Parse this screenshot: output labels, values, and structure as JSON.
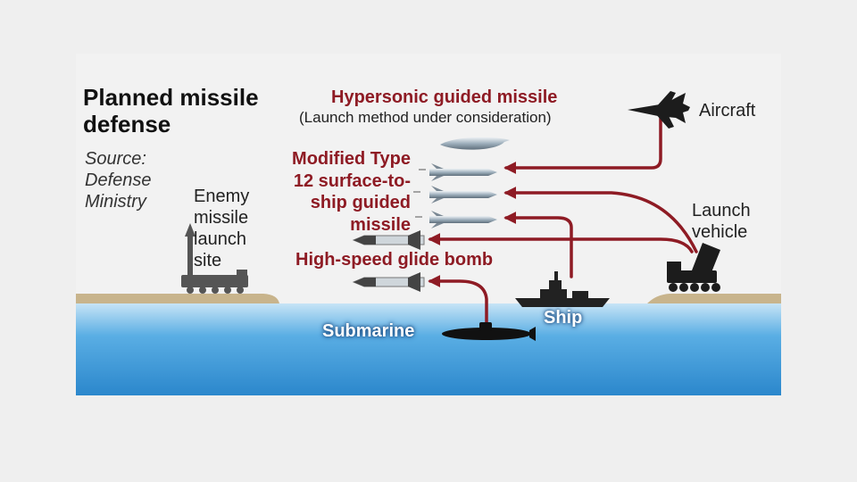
{
  "title": "Planned missile\ndefense",
  "source": "Source:\nDefense\nMinistry",
  "labels": {
    "enemy_site": "Enemy\nmissile\nlaunch\nsite",
    "hypersonic_title": "Hypersonic guided missile",
    "hypersonic_subtitle": "(Launch method under consideration)",
    "modified_type12": "Modified Type\n12 surface-to-\nship guided\nmissile",
    "glide_bomb": "High-speed glide bomb",
    "aircraft": "Aircraft",
    "launch_vehicle": "Launch\nvehicle",
    "ship": "Ship",
    "submarine": "Submarine"
  },
  "colors": {
    "arrow": "#8e1b24",
    "sea_top": "#c6e4f6",
    "sea_bottom": "#2b87cc",
    "ground": "#c8b48c"
  },
  "icons": {
    "aircraft": "fighter-jet-icon",
    "launch_vehicle": "missile-truck-icon",
    "ship": "warship-icon",
    "submarine": "submarine-icon",
    "enemy_site": "mobile-launcher-icon"
  }
}
